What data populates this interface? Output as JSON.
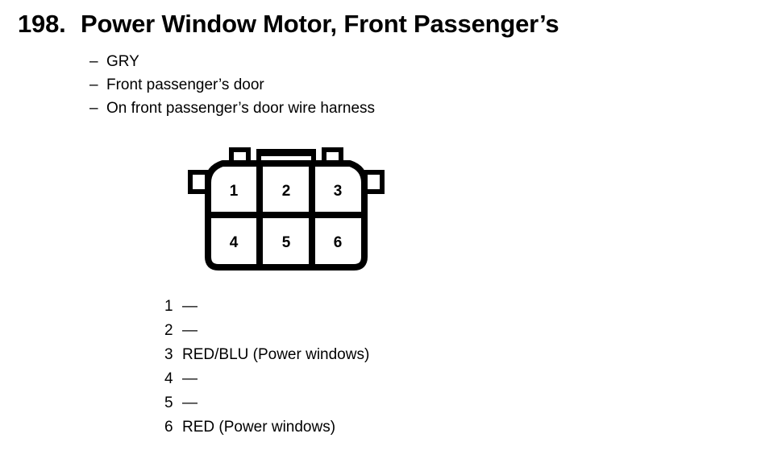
{
  "header": {
    "number": "198.",
    "title": "Power Window Motor, Front Passenger’s"
  },
  "attributes": {
    "dash": "–",
    "items": [
      {
        "label": "GRY"
      },
      {
        "label": "Front passenger’s door"
      },
      {
        "label": "On front passenger’s door wire harness"
      }
    ]
  },
  "connector": {
    "name": "6-pin connector",
    "rows": [
      {
        "cells": [
          "1",
          "2",
          "3"
        ]
      },
      {
        "cells": [
          "4",
          "5",
          "6"
        ]
      }
    ],
    "pin_numbers": [
      "1",
      "2",
      "3",
      "4",
      "5",
      "6"
    ],
    "outline_color": "#000000",
    "fill_color": "#ffffff"
  },
  "legend": {
    "empty_marker": "—",
    "rows": [
      {
        "pin": "1",
        "desc": "—"
      },
      {
        "pin": "2",
        "desc": "—"
      },
      {
        "pin": "3",
        "desc": "RED/BLU (Power windows)"
      },
      {
        "pin": "4",
        "desc": "—"
      },
      {
        "pin": "5",
        "desc": "—"
      },
      {
        "pin": "6",
        "desc": "RED (Power windows)"
      }
    ]
  }
}
